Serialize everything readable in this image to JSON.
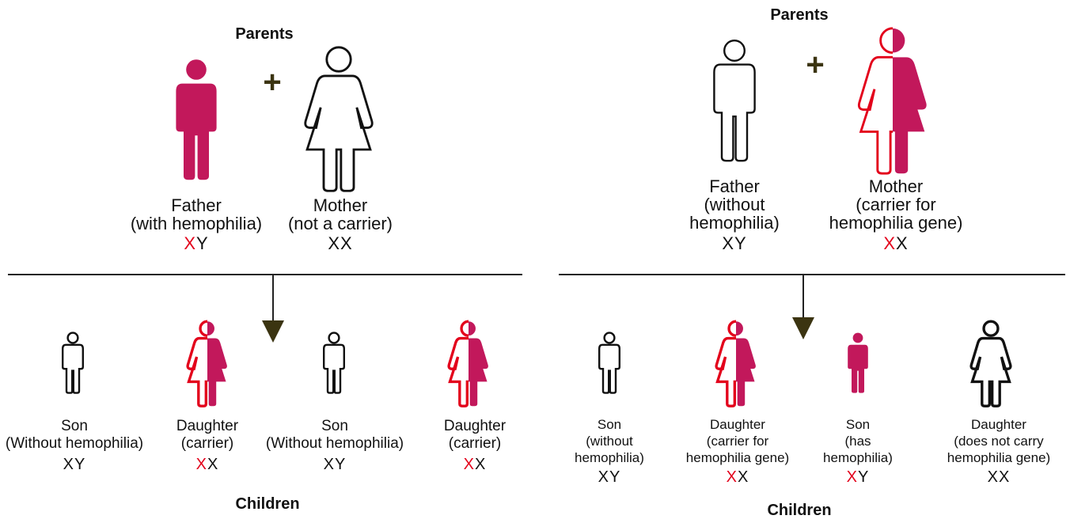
{
  "colors": {
    "affected": "#c2185b",
    "carrier_outline": "#e3001b",
    "outline": "#111111",
    "arrow": "#3b3411",
    "x_highlight": "#e3001b"
  },
  "left_panel": {
    "parents_heading": "Parents",
    "plus": "+",
    "father": {
      "label": "Father\n(with hemophilia)",
      "genotype": [
        {
          "c": "X",
          "hl": true
        },
        {
          "c": "Y",
          "hl": false
        }
      ],
      "icon": "male-affected"
    },
    "mother": {
      "label": "Mother\n(not a carrier)",
      "genotype": [
        {
          "c": "X",
          "hl": false
        },
        {
          "c": "X",
          "hl": false
        }
      ],
      "icon": "female-unaffected"
    },
    "children_heading": "Children",
    "children": [
      {
        "label": "Son\n(Without hemophilia)",
        "genotype": [
          {
            "c": "X",
            "hl": false
          },
          {
            "c": "Y",
            "hl": false
          }
        ],
        "icon": "male-unaffected"
      },
      {
        "label": "Daughter\n(carrier)",
        "genotype": [
          {
            "c": "X",
            "hl": true
          },
          {
            "c": "X",
            "hl": false
          }
        ],
        "icon": "female-carrier"
      },
      {
        "label": "Son\n(Without hemophilia)",
        "genotype": [
          {
            "c": "X",
            "hl": false
          },
          {
            "c": "Y",
            "hl": false
          }
        ],
        "icon": "male-unaffected"
      },
      {
        "label": "Daughter\n(carrier)",
        "genotype": [
          {
            "c": "X",
            "hl": true
          },
          {
            "c": "X",
            "hl": false
          }
        ],
        "icon": "female-carrier"
      }
    ]
  },
  "right_panel": {
    "parents_heading": "Parents",
    "plus": "+",
    "father": {
      "label": "Father\n(without\nhemophilia)",
      "genotype": [
        {
          "c": "X",
          "hl": false
        },
        {
          "c": "Y",
          "hl": false
        }
      ],
      "icon": "male-unaffected"
    },
    "mother": {
      "label": "Mother\n(carrier for\nhemophilia gene)",
      "genotype": [
        {
          "c": "X",
          "hl": true
        },
        {
          "c": "X",
          "hl": false
        }
      ],
      "icon": "female-carrier"
    },
    "children_heading": "Children",
    "children": [
      {
        "label": "Son\n(without\nhemophilia)",
        "genotype": [
          {
            "c": "X",
            "hl": false
          },
          {
            "c": "Y",
            "hl": false
          }
        ],
        "icon": "male-unaffected"
      },
      {
        "label": "Daughter\n(carrier for\nhemophilia gene)",
        "genotype": [
          {
            "c": "X",
            "hl": true
          },
          {
            "c": "X",
            "hl": false
          }
        ],
        "icon": "female-carrier"
      },
      {
        "label": "Son\n(has\nhemophilia)",
        "genotype": [
          {
            "c": "X",
            "hl": true
          },
          {
            "c": "Y",
            "hl": false
          }
        ],
        "icon": "male-affected"
      },
      {
        "label": "Daughter\n(does not carry\nhemophilia gene)",
        "genotype": [
          {
            "c": "X",
            "hl": false
          },
          {
            "c": "X",
            "hl": false
          }
        ],
        "icon": "female-unaffected"
      }
    ]
  }
}
